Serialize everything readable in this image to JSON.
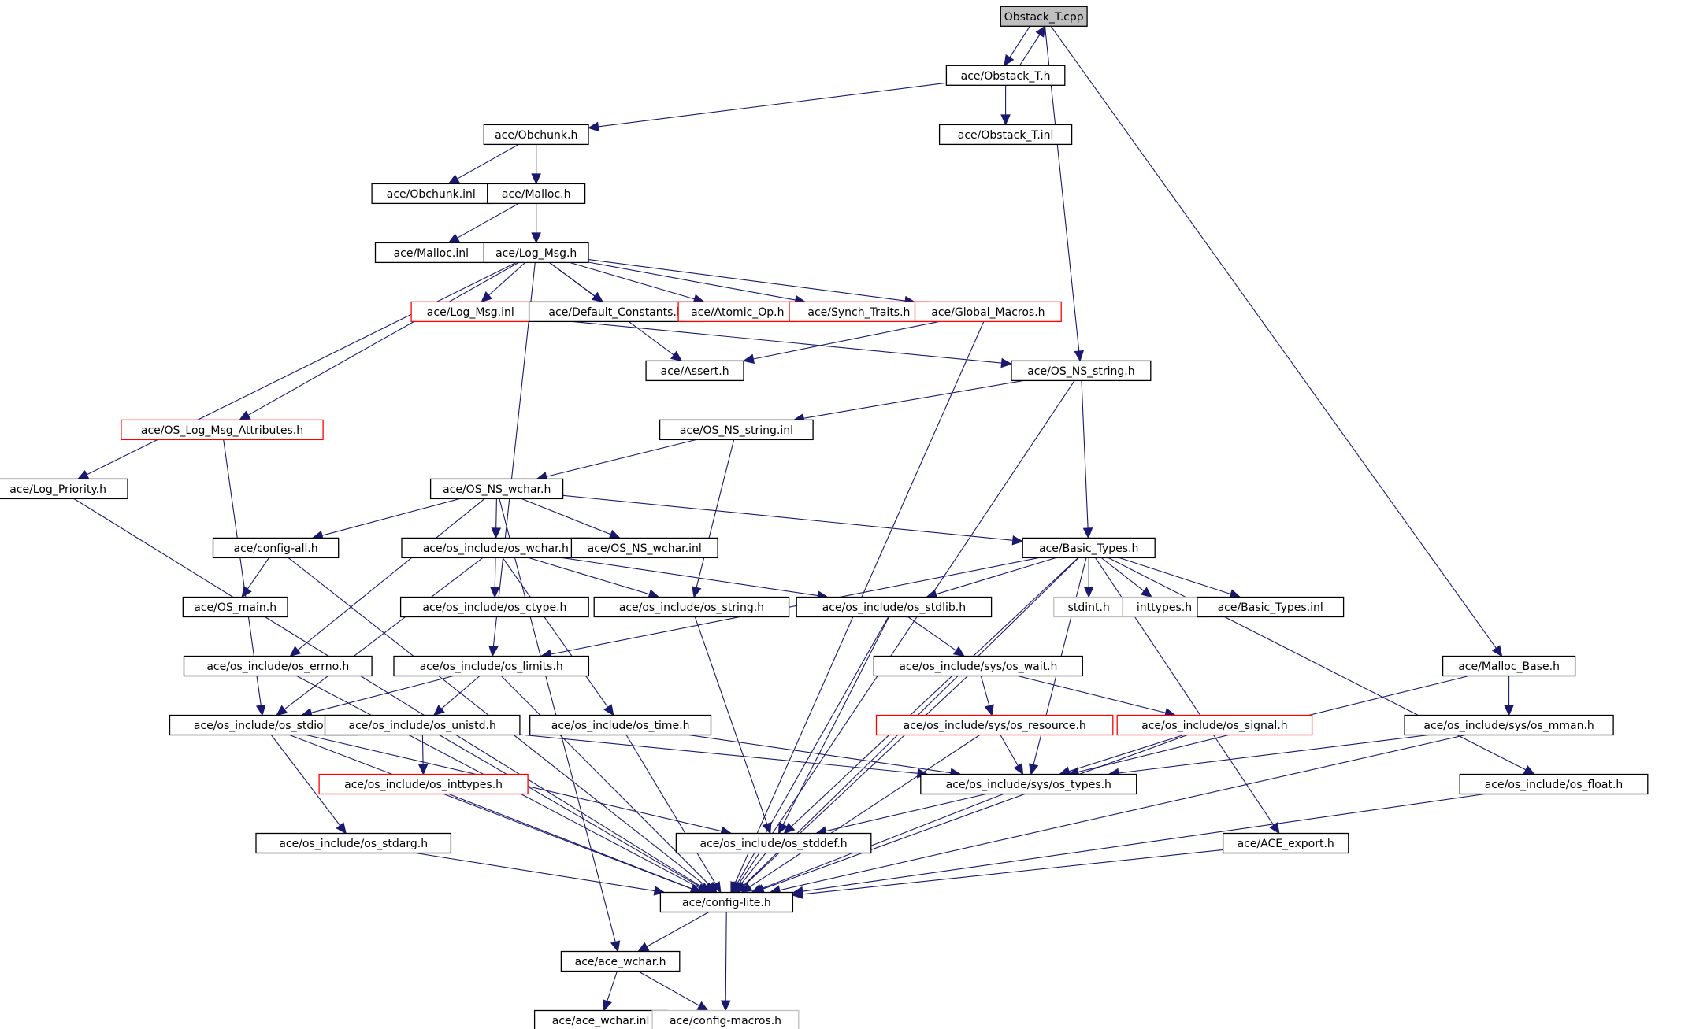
{
  "colors": {
    "edge": "#191970",
    "normal_border": "#000000",
    "truncated_border": "#ff0000",
    "system_border": "#bfbfbf",
    "root_fill": "#bfbfbf",
    "fill": "#ffffff"
  },
  "nodes": [
    {
      "id": "obstack_t_cpp",
      "label": "Obstack_T.cpp",
      "kind": "root"
    },
    {
      "id": "obstack_t_h",
      "label": "ace/Obstack_T.h",
      "kind": "normal"
    },
    {
      "id": "obchunk_h",
      "label": "ace/Obchunk.h",
      "kind": "normal"
    },
    {
      "id": "obstack_t_inl",
      "label": "ace/Obstack_T.inl",
      "kind": "normal"
    },
    {
      "id": "obchunk_inl",
      "label": "ace/Obchunk.inl",
      "kind": "normal"
    },
    {
      "id": "malloc_h",
      "label": "ace/Malloc.h",
      "kind": "normal"
    },
    {
      "id": "malloc_inl",
      "label": "ace/Malloc.inl",
      "kind": "normal"
    },
    {
      "id": "log_msg_h",
      "label": "ace/Log_Msg.h",
      "kind": "normal"
    },
    {
      "id": "log_msg_inl",
      "label": "ace/Log_Msg.inl",
      "kind": "truncated"
    },
    {
      "id": "default_constants_h",
      "label": "ace/Default_Constants.h",
      "kind": "normal"
    },
    {
      "id": "atomic_op_h",
      "label": "ace/Atomic_Op.h",
      "kind": "truncated"
    },
    {
      "id": "synch_traits_h",
      "label": "ace/Synch_Traits.h",
      "kind": "truncated"
    },
    {
      "id": "global_macros_h",
      "label": "ace/Global_Macros.h",
      "kind": "truncated"
    },
    {
      "id": "assert_h",
      "label": "ace/Assert.h",
      "kind": "normal"
    },
    {
      "id": "os_ns_string_h",
      "label": "ace/OS_NS_string.h",
      "kind": "normal"
    },
    {
      "id": "os_log_msg_attributes_h",
      "label": "ace/OS_Log_Msg_Attributes.h",
      "kind": "truncated"
    },
    {
      "id": "os_ns_string_inl",
      "label": "ace/OS_NS_string.inl",
      "kind": "normal"
    },
    {
      "id": "log_priority_h",
      "label": "ace/Log_Priority.h",
      "kind": "normal"
    },
    {
      "id": "os_ns_wchar_h",
      "label": "ace/OS_NS_wchar.h",
      "kind": "normal"
    },
    {
      "id": "config_all_h",
      "label": "ace/config-all.h",
      "kind": "normal"
    },
    {
      "id": "os_include_os_wchar_h",
      "label": "ace/os_include/os_wchar.h",
      "kind": "normal"
    },
    {
      "id": "os_ns_wchar_inl",
      "label": "ace/OS_NS_wchar.inl",
      "kind": "normal"
    },
    {
      "id": "basic_types_h",
      "label": "ace/Basic_Types.h",
      "kind": "normal"
    },
    {
      "id": "os_main_h",
      "label": "ace/OS_main.h",
      "kind": "normal"
    },
    {
      "id": "os_ctype_h",
      "label": "ace/os_include/os_ctype.h",
      "kind": "normal"
    },
    {
      "id": "os_string_h",
      "label": "ace/os_include/os_string.h",
      "kind": "normal"
    },
    {
      "id": "os_stdlib_h",
      "label": "ace/os_include/os_stdlib.h",
      "kind": "normal"
    },
    {
      "id": "stdint_h",
      "label": "stdint.h",
      "kind": "system"
    },
    {
      "id": "inttypes_h",
      "label": "inttypes.h",
      "kind": "system"
    },
    {
      "id": "basic_types_inl",
      "label": "ace/Basic_Types.inl",
      "kind": "normal"
    },
    {
      "id": "os_errno_h",
      "label": "ace/os_include/os_errno.h",
      "kind": "normal"
    },
    {
      "id": "os_limits_h",
      "label": "ace/os_include/os_limits.h",
      "kind": "normal"
    },
    {
      "id": "sys_os_wait_h",
      "label": "ace/os_include/sys/os_wait.h",
      "kind": "normal"
    },
    {
      "id": "malloc_base_h",
      "label": "ace/Malloc_Base.h",
      "kind": "normal"
    },
    {
      "id": "os_stdio_h",
      "label": "ace/os_include/os_stdio.h",
      "kind": "normal"
    },
    {
      "id": "os_unistd_h",
      "label": "ace/os_include/os_unistd.h",
      "kind": "normal"
    },
    {
      "id": "os_time_h",
      "label": "ace/os_include/os_time.h",
      "kind": "normal"
    },
    {
      "id": "sys_os_resource_h",
      "label": "ace/os_include/sys/os_resource.h",
      "kind": "truncated"
    },
    {
      "id": "os_signal_h",
      "label": "ace/os_include/os_signal.h",
      "kind": "truncated"
    },
    {
      "id": "sys_os_mman_h",
      "label": "ace/os_include/sys/os_mman.h",
      "kind": "normal"
    },
    {
      "id": "os_inttypes_h",
      "label": "ace/os_include/os_inttypes.h",
      "kind": "truncated"
    },
    {
      "id": "sys_os_types_h",
      "label": "ace/os_include/sys/os_types.h",
      "kind": "normal"
    },
    {
      "id": "os_float_h",
      "label": "ace/os_include/os_float.h",
      "kind": "normal"
    },
    {
      "id": "os_stdarg_h",
      "label": "ace/os_include/os_stdarg.h",
      "kind": "normal"
    },
    {
      "id": "os_stddef_h",
      "label": "ace/os_include/os_stddef.h",
      "kind": "normal"
    },
    {
      "id": "ace_export_h",
      "label": "ace/ACE_export.h",
      "kind": "normal"
    },
    {
      "id": "config_lite_h",
      "label": "ace/config-lite.h",
      "kind": "normal"
    },
    {
      "id": "ace_wchar_h",
      "label": "ace/ace_wchar.h",
      "kind": "normal"
    },
    {
      "id": "ace_wchar_inl",
      "label": "ace/ace_wchar.inl",
      "kind": "normal"
    },
    {
      "id": "config_macros_h",
      "label": "ace/config-macros.h",
      "kind": "system"
    }
  ],
  "edges": [
    [
      "obstack_t_cpp",
      "obstack_t_h"
    ],
    [
      "obstack_t_h",
      "obstack_t_cpp"
    ],
    [
      "obstack_t_cpp",
      "os_ns_string_h"
    ],
    [
      "obstack_t_cpp",
      "malloc_base_h"
    ],
    [
      "obstack_t_h",
      "obchunk_h"
    ],
    [
      "obstack_t_h",
      "obstack_t_inl"
    ],
    [
      "obchunk_h",
      "obchunk_inl"
    ],
    [
      "obchunk_h",
      "malloc_h"
    ],
    [
      "malloc_h",
      "malloc_inl"
    ],
    [
      "malloc_h",
      "log_msg_h"
    ],
    [
      "log_msg_h",
      "log_msg_inl"
    ],
    [
      "log_msg_h",
      "default_constants_h"
    ],
    [
      "log_msg_h",
      "atomic_op_h"
    ],
    [
      "log_msg_h",
      "synch_traits_h"
    ],
    [
      "log_msg_h",
      "global_macros_h"
    ],
    [
      "log_msg_h",
      "assert_h"
    ],
    [
      "log_msg_h",
      "os_log_msg_attributes_h"
    ],
    [
      "log_msg_h",
      "log_priority_h"
    ],
    [
      "log_msg_h",
      "os_limits_h"
    ],
    [
      "log_msg_inl",
      "os_ns_string_h"
    ],
    [
      "global_macros_h",
      "assert_h"
    ],
    [
      "global_macros_h",
      "config_lite_h"
    ],
    [
      "os_ns_string_h",
      "os_ns_string_inl"
    ],
    [
      "os_ns_string_h",
      "basic_types_h"
    ],
    [
      "os_ns_string_h",
      "config_lite_h"
    ],
    [
      "os_ns_string_inl",
      "os_ns_wchar_h"
    ],
    [
      "os_ns_string_inl",
      "os_string_h"
    ],
    [
      "os_log_msg_attributes_h",
      "os_stdio_h"
    ],
    [
      "log_priority_h",
      "config_lite_h"
    ],
    [
      "os_ns_wchar_h",
      "config_all_h"
    ],
    [
      "os_ns_wchar_h",
      "os_include_os_wchar_h"
    ],
    [
      "os_ns_wchar_h",
      "os_ns_wchar_inl"
    ],
    [
      "os_ns_wchar_h",
      "basic_types_h"
    ],
    [
      "os_ns_wchar_h",
      "os_errno_h"
    ],
    [
      "os_ns_wchar_h",
      "ace_wchar_h"
    ],
    [
      "config_all_h",
      "os_main_h"
    ],
    [
      "config_all_h",
      "config_lite_h"
    ],
    [
      "os_include_os_wchar_h",
      "os_ctype_h"
    ],
    [
      "os_include_os_wchar_h",
      "os_string_h"
    ],
    [
      "os_include_os_wchar_h",
      "os_stdlib_h"
    ],
    [
      "os_include_os_wchar_h",
      "os_stdio_h"
    ],
    [
      "os_include_os_wchar_h",
      "os_time_h"
    ],
    [
      "basic_types_h",
      "stdint_h"
    ],
    [
      "basic_types_h",
      "inttypes_h"
    ],
    [
      "basic_types_h",
      "basic_types_inl"
    ],
    [
      "basic_types_h",
      "os_stdlib_h"
    ],
    [
      "basic_types_h",
      "os_limits_h"
    ],
    [
      "basic_types_h",
      "os_stddef_h"
    ],
    [
      "basic_types_h",
      "sys_os_types_h"
    ],
    [
      "basic_types_h",
      "ace_export_h"
    ],
    [
      "basic_types_h",
      "os_float_h"
    ],
    [
      "basic_types_h",
      "config_lite_h"
    ],
    [
      "os_string_h",
      "os_stddef_h"
    ],
    [
      "os_stdlib_h",
      "sys_os_wait_h"
    ],
    [
      "os_stdlib_h",
      "os_stddef_h"
    ],
    [
      "os_stdlib_h",
      "config_lite_h"
    ],
    [
      "os_errno_h",
      "config_lite_h"
    ],
    [
      "os_limits_h",
      "os_stdio_h"
    ],
    [
      "os_limits_h",
      "os_unistd_h"
    ],
    [
      "os_limits_h",
      "config_lite_h"
    ],
    [
      "sys_os_wait_h",
      "sys_os_resource_h"
    ],
    [
      "sys_os_wait_h",
      "os_signal_h"
    ],
    [
      "sys_os_wait_h",
      "config_lite_h"
    ],
    [
      "malloc_base_h",
      "sys_os_mman_h"
    ],
    [
      "malloc_base_h",
      "sys_os_types_h"
    ],
    [
      "os_stdio_h",
      "os_stdarg_h"
    ],
    [
      "os_stdio_h",
      "os_stddef_h"
    ],
    [
      "os_stdio_h",
      "config_lite_h"
    ],
    [
      "os_unistd_h",
      "os_inttypes_h"
    ],
    [
      "os_unistd_h",
      "sys_os_types_h"
    ],
    [
      "os_unistd_h",
      "config_lite_h"
    ],
    [
      "os_time_h",
      "sys_os_types_h"
    ],
    [
      "os_time_h",
      "config_lite_h"
    ],
    [
      "sys_os_resource_h",
      "sys_os_types_h"
    ],
    [
      "sys_os_resource_h",
      "config_lite_h"
    ],
    [
      "os_signal_h",
      "sys_os_types_h"
    ],
    [
      "os_signal_h",
      "config_lite_h"
    ],
    [
      "sys_os_mman_h",
      "sys_os_types_h"
    ],
    [
      "sys_os_mman_h",
      "config_lite_h"
    ],
    [
      "os_inttypes_h",
      "config_lite_h"
    ],
    [
      "sys_os_types_h",
      "os_stddef_h"
    ],
    [
      "sys_os_types_h",
      "config_lite_h"
    ],
    [
      "os_float_h",
      "config_lite_h"
    ],
    [
      "os_stdarg_h",
      "config_lite_h"
    ],
    [
      "os_stddef_h",
      "config_lite_h"
    ],
    [
      "ace_export_h",
      "config_lite_h"
    ],
    [
      "config_lite_h",
      "ace_wchar_h"
    ],
    [
      "config_lite_h",
      "config_macros_h"
    ],
    [
      "ace_wchar_h",
      "ace_wchar_inl"
    ],
    [
      "ace_wchar_h",
      "config_macros_h"
    ]
  ]
}
